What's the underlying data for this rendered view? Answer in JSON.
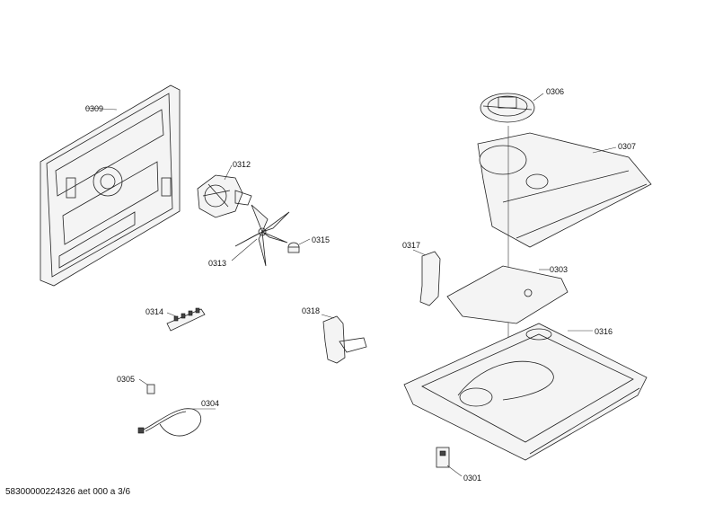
{
  "labels": {
    "p0309": "0309",
    "p0312": "0312",
    "p0313": "0313",
    "p0315": "0315",
    "p0314": "0314",
    "p0305": "0305",
    "p0304": "0304",
    "p0318": "0318",
    "p0306": "0306",
    "p0307": "0307",
    "p0317": "0317",
    "p0303": "0303",
    "p0316": "0316",
    "p0301": "0301"
  },
  "footer": "58300000224326 aet 000 a 3/6"
}
